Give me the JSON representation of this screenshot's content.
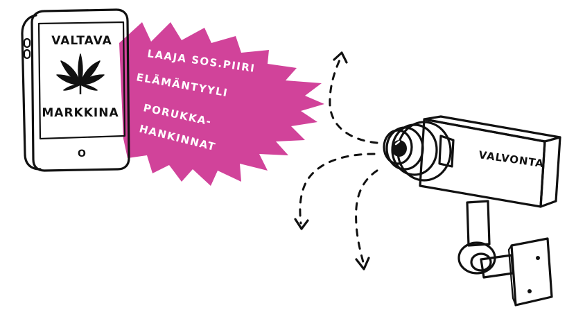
{
  "phone": {
    "title_top": "VALTAVA",
    "title_bottom": "MARKKINA",
    "home_button": "O"
  },
  "burst": {
    "lines": [
      "LAAJA SOS.PIIRI",
      "ELÄMÄNTYYLI",
      "PORUKKA-",
      "HANKINNAT"
    ]
  },
  "camera": {
    "label": "VALVONTA"
  },
  "colors": {
    "burst": "#D1439A",
    "ink": "#111111",
    "paper": "#ffffff",
    "burst_text": "#ffffff"
  }
}
